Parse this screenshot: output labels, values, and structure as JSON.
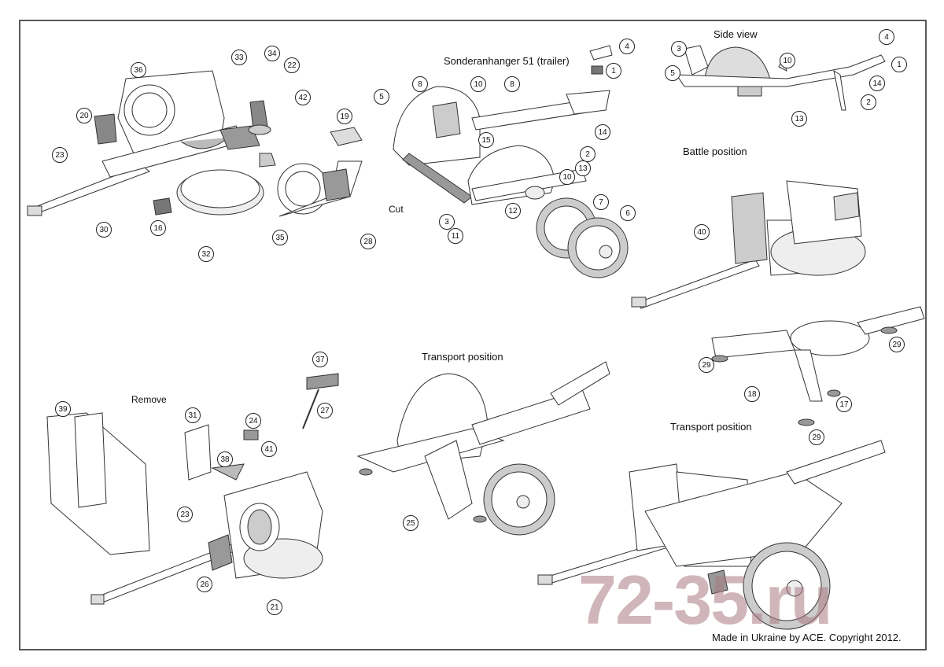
{
  "captions": {
    "trailer": "Sonderanhanger 51 (trailer)",
    "side_view": "Side view",
    "battle": "Battle position",
    "transport_1": "Transport position",
    "transport_2": "Transport position",
    "remove": "Remove",
    "cut": "Cut",
    "copyright": "Made in Ukraine by ACE. Copyright 2012.",
    "watermark": "72-35.ru"
  },
  "parts": {
    "p36": "36",
    "p33": "33",
    "p34": "34",
    "p22": "22",
    "p42": "42",
    "p19": "19",
    "p20": "20",
    "p23a": "23",
    "p30": "30",
    "p16": "16",
    "p32": "32",
    "p35": "35",
    "p28": "28",
    "p4a": "4",
    "p1a": "1",
    "p5a": "5",
    "p8a": "8",
    "p10a": "10",
    "p8b": "8",
    "p15": "15",
    "p14a": "14",
    "p2a": "2",
    "p13a": "13",
    "p10b": "10",
    "p12": "12",
    "p3a": "3",
    "p11": "11",
    "p7": "7",
    "p6": "6",
    "p3b": "3",
    "p5b": "5",
    "p10c": "10",
    "p4b": "4",
    "p1b": "1",
    "p14b": "14",
    "p2b": "2",
    "p13b": "13",
    "p40": "40",
    "p29a": "29",
    "p29b": "29",
    "p18": "18",
    "p17": "17",
    "p29c": "29",
    "p37": "37",
    "p27": "27",
    "p39": "39",
    "p31": "31",
    "p24": "24",
    "p41": "41",
    "p38": "38",
    "p23b": "23",
    "p26": "26",
    "p21": "21",
    "p25": "25"
  },
  "colors": {
    "line": "#333333",
    "shade": "#cccccc",
    "dark": "#9a9a9a",
    "watermark": "#aa7882"
  }
}
